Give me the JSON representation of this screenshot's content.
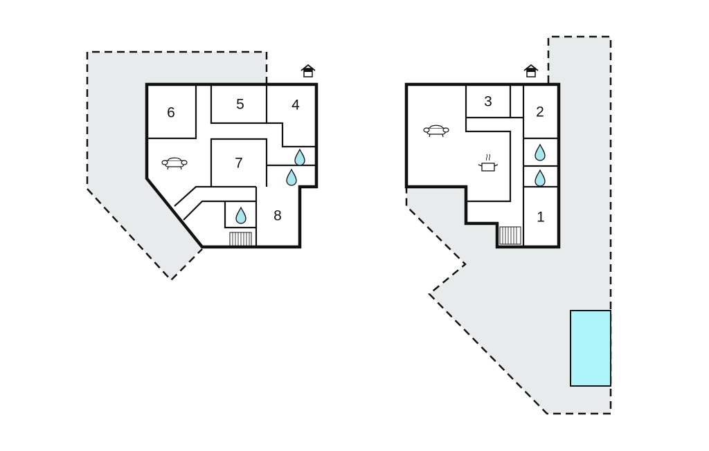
{
  "title": "Floor plan",
  "colors": {
    "terrace": "#e8ebeb",
    "pool": "#aef4fb",
    "water_drop": "#a9e6ee",
    "wall": "#111111"
  },
  "left_floor": {
    "rooms": [
      {
        "label": "6"
      },
      {
        "label": "5"
      },
      {
        "label": "4"
      },
      {
        "label": "7"
      },
      {
        "label": "8"
      }
    ],
    "icons": [
      "entrance-icon",
      "sofa-icon",
      "water-drop-icon",
      "water-drop-icon",
      "water-drop-icon",
      "stairs-icon"
    ]
  },
  "right_floor": {
    "rooms": [
      {
        "label": "3"
      },
      {
        "label": "2"
      },
      {
        "label": "1"
      }
    ],
    "icons": [
      "entrance-icon",
      "sofa-icon",
      "cooking-pot-icon",
      "water-drop-icon",
      "water-drop-icon",
      "stairs-icon",
      "pool"
    ]
  }
}
